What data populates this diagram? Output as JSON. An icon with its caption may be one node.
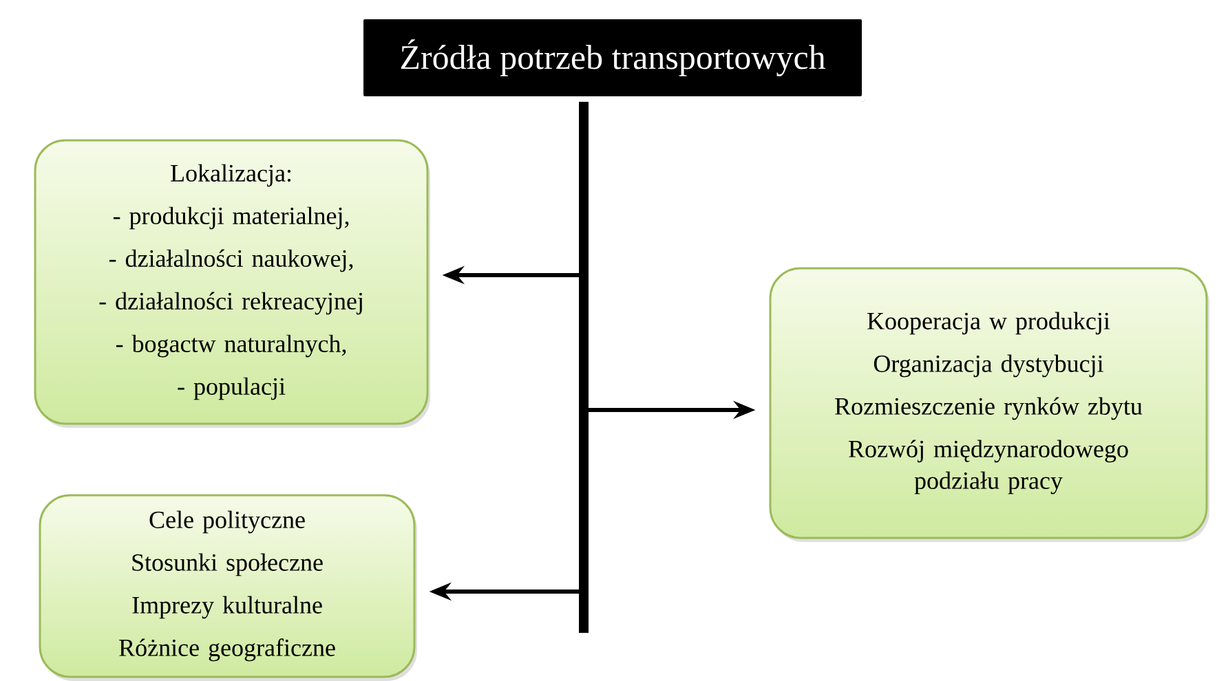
{
  "diagram": {
    "nodes": [
      {
        "text": [
          "Źródła potrzeb transportowych"
        ]
      },
      {
        "text": [
          "Lokalizacja:",
          "- produkcji materialnej,",
          "- działalności naukowej,",
          "- działalności rekreacyjnej",
          "- bogactw naturalnych,",
          "- populacji"
        ]
      },
      {
        "text": [
          "Kooperacja w produkcji",
          "Organizacja dystybucji",
          "Rozmieszczenie rynków zbytu",
          "Rozwój międzynarodowego podziału pracy"
        ]
      },
      {
        "text": [
          "Cele polityczne",
          "Stosunki społeczne",
          "Imprezy kulturalne",
          "Różnice geograficzne"
        ]
      }
    ],
    "edges": [
      {
        "from": 0,
        "to": 1,
        "arrow": "to"
      },
      {
        "from": 0,
        "to": 2,
        "arrow": "to"
      },
      {
        "from": 0,
        "to": 3,
        "arrow": "to"
      }
    ]
  }
}
